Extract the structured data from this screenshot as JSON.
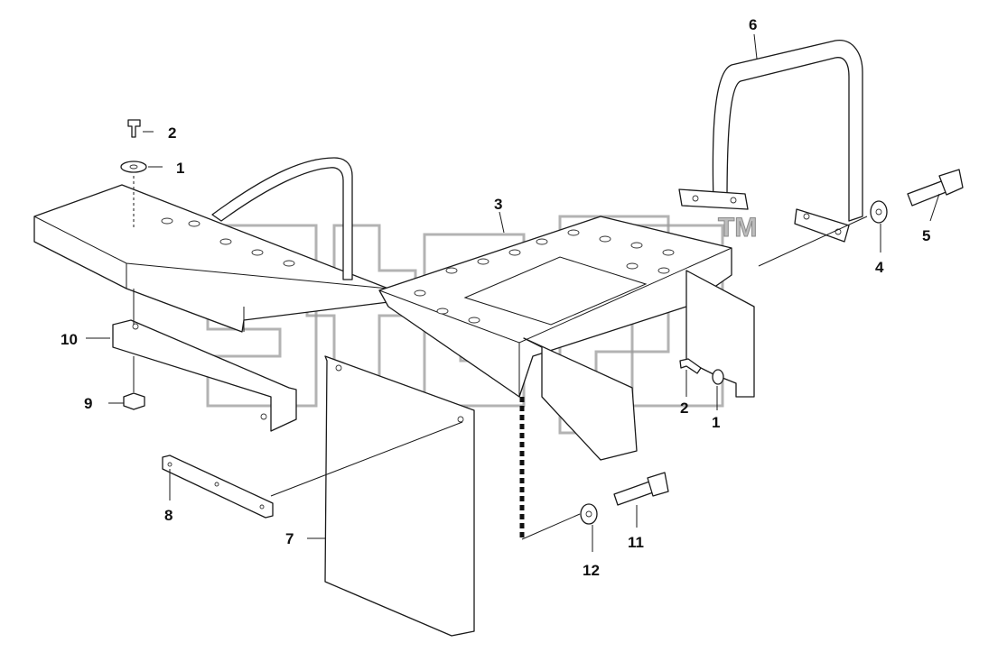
{
  "diagram": {
    "callouts": [
      "1",
      "2",
      "3",
      "4",
      "5",
      "6",
      "7",
      "8",
      "9",
      "10",
      "11",
      "12"
    ],
    "callout_2a": "2",
    "callout_1a": "1",
    "callout_3": "3",
    "callout_6": "6",
    "callout_5": "5",
    "callout_4": "4",
    "callout_10": "10",
    "callout_9": "9",
    "callout_2b": "2",
    "callout_1b": "1",
    "callout_8": "8",
    "callout_7": "7",
    "callout_11": "11",
    "callout_12": "12"
  },
  "watermark": {
    "tm": "TM"
  },
  "colors": {
    "line": "#1a1a1a",
    "watermark": "#9a9a9a"
  }
}
